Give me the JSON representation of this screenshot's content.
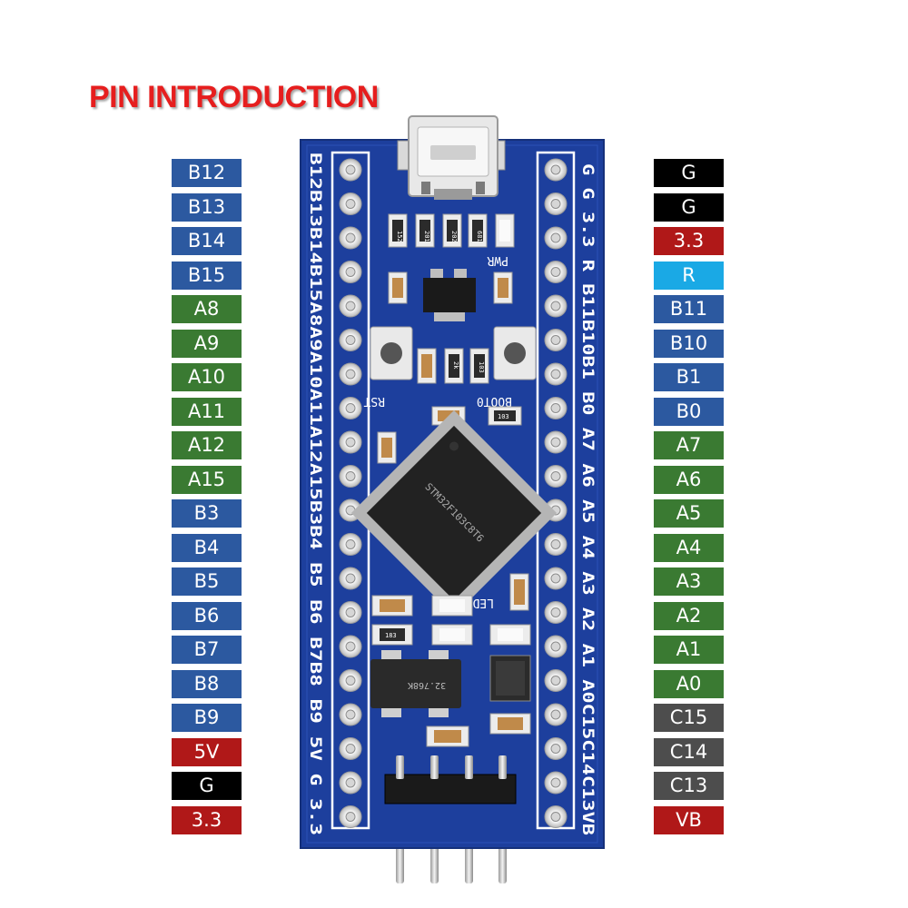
{
  "title": "PIN INTRODUCTION",
  "colors": {
    "B": "#2c59a0",
    "A": "#3a7a32",
    "power5v": "#b01818",
    "power33": "#b01818",
    "ground": "#000000",
    "reset": "#1aa9e5",
    "C": "#4d4d4d",
    "board": "#1d3f9d"
  },
  "left_pins": [
    {
      "label": "B12",
      "group": "B"
    },
    {
      "label": "B13",
      "group": "B"
    },
    {
      "label": "B14",
      "group": "B"
    },
    {
      "label": "B15",
      "group": "B"
    },
    {
      "label": "A8",
      "group": "A"
    },
    {
      "label": "A9",
      "group": "A"
    },
    {
      "label": "A10",
      "group": "A"
    },
    {
      "label": "A11",
      "group": "A"
    },
    {
      "label": "A12",
      "group": "A"
    },
    {
      "label": "A15",
      "group": "A"
    },
    {
      "label": "B3",
      "group": "B"
    },
    {
      "label": "B4",
      "group": "B"
    },
    {
      "label": "B5",
      "group": "B"
    },
    {
      "label": "B6",
      "group": "B"
    },
    {
      "label": "B7",
      "group": "B"
    },
    {
      "label": "B8",
      "group": "B"
    },
    {
      "label": "B9",
      "group": "B"
    },
    {
      "label": "5V",
      "group": "power5v"
    },
    {
      "label": "G",
      "group": "ground"
    },
    {
      "label": "3.3",
      "group": "power33"
    }
  ],
  "right_pins": [
    {
      "label": "G",
      "group": "ground"
    },
    {
      "label": "G",
      "group": "ground"
    },
    {
      "label": "3.3",
      "group": "power33"
    },
    {
      "label": "R",
      "group": "reset"
    },
    {
      "label": "B11",
      "group": "B"
    },
    {
      "label": "B10",
      "group": "B"
    },
    {
      "label": "B1",
      "group": "B"
    },
    {
      "label": "B0",
      "group": "B"
    },
    {
      "label": "A7",
      "group": "A"
    },
    {
      "label": "A6",
      "group": "A"
    },
    {
      "label": "A5",
      "group": "A"
    },
    {
      "label": "A4",
      "group": "A"
    },
    {
      "label": "A3",
      "group": "A"
    },
    {
      "label": "A2",
      "group": "A"
    },
    {
      "label": "A1",
      "group": "A"
    },
    {
      "label": "A0",
      "group": "A"
    },
    {
      "label": "C15",
      "group": "C"
    },
    {
      "label": "C14",
      "group": "C"
    },
    {
      "label": "C13",
      "group": "C"
    },
    {
      "label": "VB",
      "group": "power33"
    }
  ],
  "board": {
    "left_silk": "B12B13B14B15A8A9A10A11A12A15B3B4 B5 B6 B7B8 B9 5V G 3.3",
    "right_silk": "G G 3.3 R B11B10B1 B0 A7 A6 A5 A4 A3 A2 A1 A0C15C14C13VB",
    "pwr_label": "PWR",
    "rst_label": "RST",
    "boot_label": "BOOT0",
    "led_label": "LED",
    "chip_text": "STM32F103C8T6",
    "crystal_text": "32.768K",
    "resistor_codes": [
      "152",
      "201",
      "202",
      "681",
      "2k",
      "103",
      "103",
      "183"
    ]
  }
}
